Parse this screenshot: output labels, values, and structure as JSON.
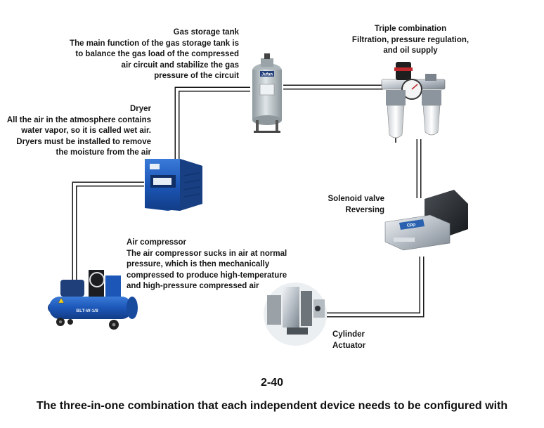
{
  "labels": {
    "gas_tank": "Gas storage tank\nThe main function of the gas storage tank is\nto balance the gas load of the compressed\nair circuit and stabilize the gas\npressure of the circuit",
    "triple": "Triple combination\nFiltration, pressure regulation,\nand oil supply",
    "dryer": "Dryer\nAll the air in the atmosphere contains\nwater vapor, so it is called wet air.\nDryers must be installed to remove\nthe moisture from the air",
    "solenoid": "Solenoid valve\nReversing",
    "compressor": "Air compressor\nThe air compressor sucks in air at normal\npressure, which is then mechanically\ncompressed to produce high-temperature\nand high-pressure compressed air",
    "cylinder": "Cylinder\nActuator"
  },
  "product_text": {
    "tank_brand": "Jufan",
    "compressor_plate": "BLT-W-1/8",
    "valve_brand": "CPP"
  },
  "figure": {
    "number": "2-40",
    "caption": "The three-in-one combination that each independent device needs to be configured with"
  },
  "colors": {
    "pipe_outline": "#1a1a1a",
    "pipe_fill": "#ffffff",
    "dryer_blue": "#1f5fbf",
    "compressor_blue": "#1c57b8",
    "tank_grey": "#b9c2c7",
    "valve_steel": "#c9ced4",
    "filter_red": "#c0282d"
  }
}
